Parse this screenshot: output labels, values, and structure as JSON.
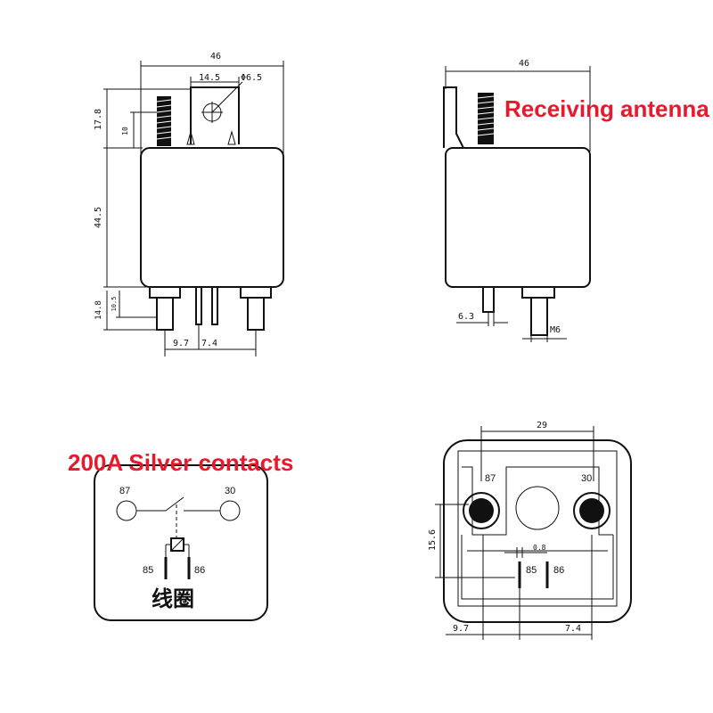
{
  "views": {
    "front": {
      "width": "46",
      "tab_width": "14.5",
      "hole": "Φ6.5",
      "top_height": "17.8",
      "antenna": "10",
      "body_height": "44.5",
      "pin_length": "14.8",
      "pin_short": "10.5",
      "pin_gap_a": "9.7",
      "pin_gap_b": "7.4"
    },
    "side": {
      "width": "46",
      "caption": "Receiving antenna",
      "tab_width": "6.3",
      "stud": "M6"
    },
    "schematic": {
      "caption": "200A Silver contacts",
      "pin_87": "87",
      "pin_30": "30",
      "pin_85": "85",
      "pin_86": "86",
      "coil_label": "线圈"
    },
    "bottom": {
      "width": "29",
      "pin_87": "87",
      "pin_30": "30",
      "height": "15.6",
      "blade_gap": "0.8",
      "pin_85": "85",
      "pin_86": "86",
      "gap_a": "9.7",
      "gap_b": "7.4"
    }
  },
  "colors": {
    "caption": "#e8192c",
    "line": "#111111"
  }
}
